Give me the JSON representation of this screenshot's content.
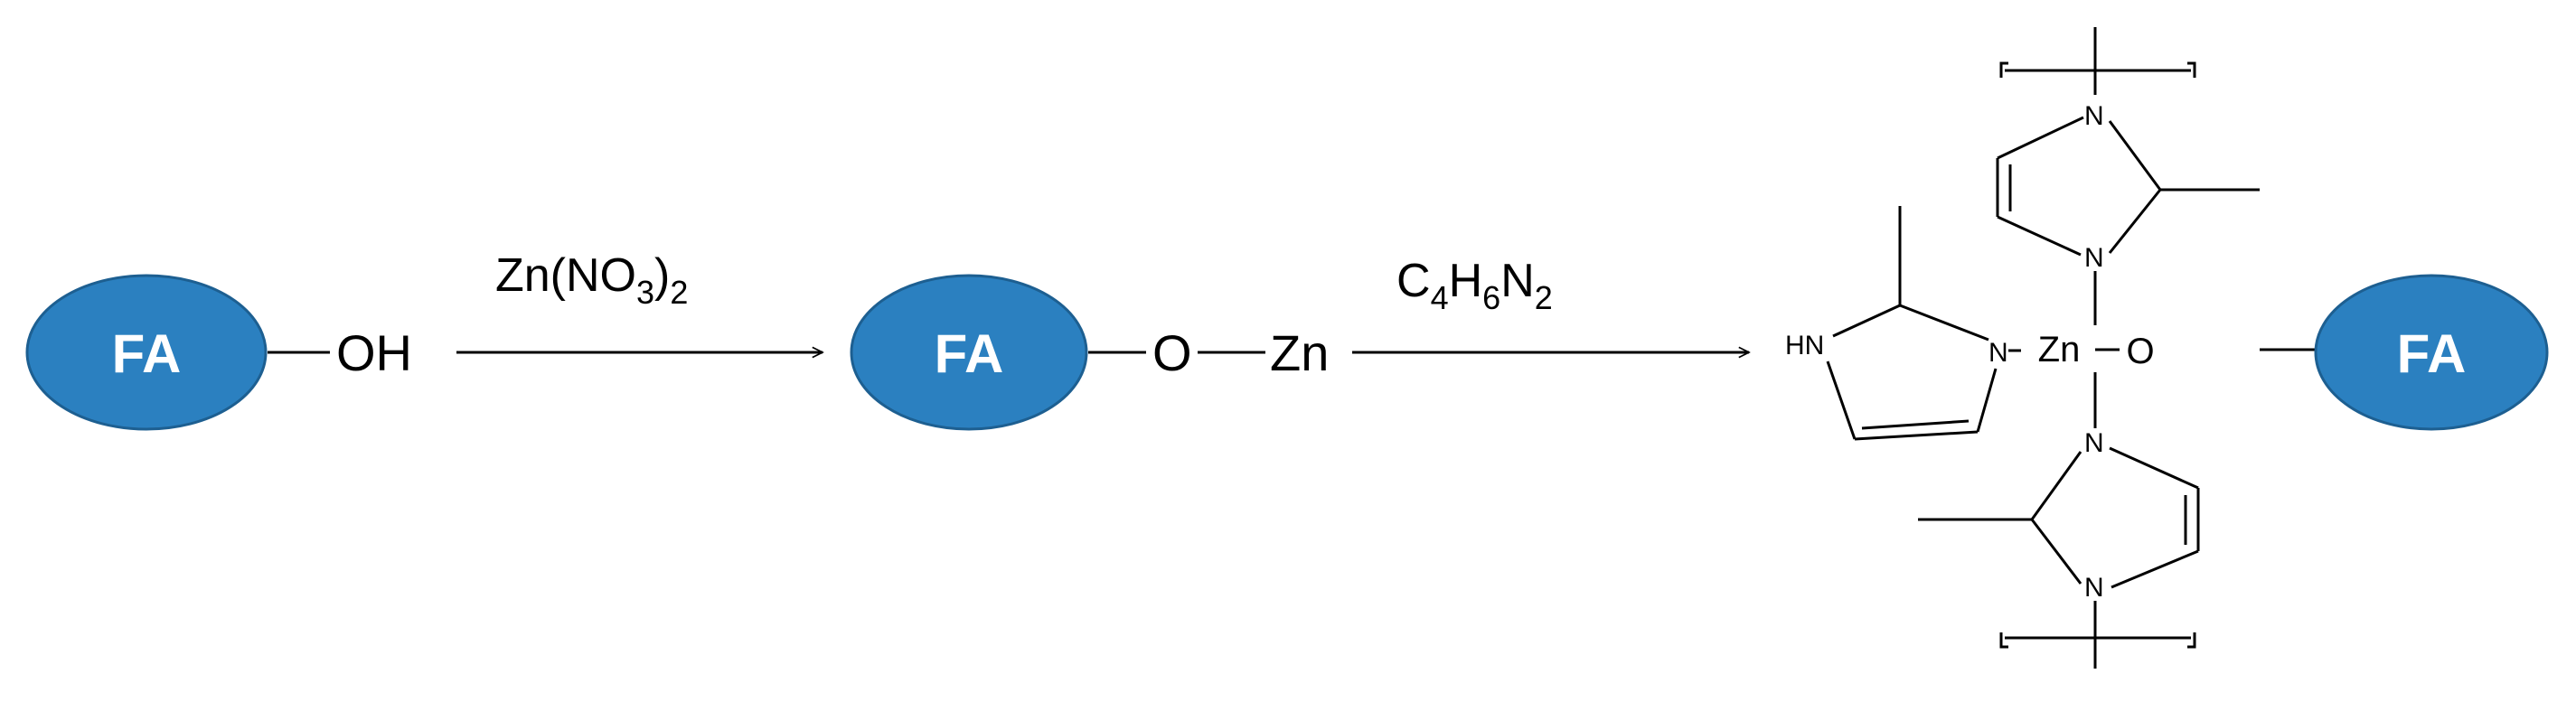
{
  "colors": {
    "node_fill": "#2b80c0",
    "node_stroke": "#1d5f91",
    "node_text": "#ffffff",
    "line": "#000000"
  },
  "nodes": {
    "fa_1": "FA",
    "fa_2": "FA",
    "fa_3": "FA"
  },
  "groups": {
    "hydroxyl": "OH",
    "oxygen": "O",
    "zinc": "Zn"
  },
  "reagents": {
    "step1": {
      "base": "Zn(NO",
      "sub": "3",
      "close": ")",
      "sub2": "2"
    },
    "step2": {
      "c": "C",
      "c_sub": "4",
      "h": "H",
      "h_sub": "6",
      "n": "N",
      "n_sub": "2"
    }
  },
  "product": {
    "zn": "Zn",
    "o": "O",
    "nh": "HN",
    "n": "N"
  }
}
